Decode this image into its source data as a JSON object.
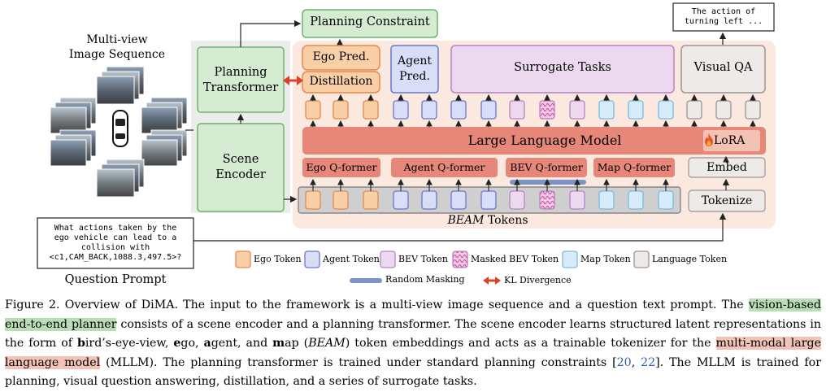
{
  "diagram": {
    "input": {
      "title_line1": "Multi-view",
      "title_line2": "Image Sequence"
    },
    "modules": {
      "planning_transformer_line1": "Planning",
      "planning_transformer_line2": "Transformer",
      "scene_encoder_line1": "Scene",
      "scene_encoder_line2": "Encoder",
      "planning_constraint": "Planning Constraint"
    },
    "tasks": {
      "ego_pred": "Ego Pred.",
      "distillation": "Distillation",
      "agent_pred_line1": "Agent",
      "agent_pred_line2": "Pred.",
      "surrogate": "Surrogate Tasks",
      "visual_qa": "Visual QA"
    },
    "output_text_line1": "The action of",
    "output_text_line2": "turning left ...",
    "llm": {
      "label": "Large Language Model",
      "lora": "LoRA",
      "lora_icon": "fire-icon"
    },
    "qformers": {
      "ego": "Ego Q-former",
      "agent": "Agent Q-former",
      "bev": "BEV Q-former",
      "map": "Map Q-former"
    },
    "embed": "Embed",
    "tokenize": "Tokenize",
    "beam_tokens_italic": "BEAM",
    "beam_tokens_rest": " Tokens",
    "question": {
      "line1": "What actions taken by the",
      "line2": "ego vehicle can lead to a",
      "line3": "collision with",
      "line4": "<c1,CAM_BACK,1088.3,497.5>?",
      "label": "Question Prompt"
    },
    "legend": {
      "ego_token": "Ego Token",
      "agent_token": "Agent Token",
      "bev_token": "BEV Token",
      "masked_bev_token": "Masked BEV Token",
      "map_token": "Map Token",
      "language_token": "Language Token",
      "random_masking": "Random Masking",
      "kl_divergence": "KL Divergence"
    },
    "colors": {
      "green_fill": "#d5ecd3",
      "green_stroke": "#6ab56a",
      "orange_fill": "#f9cfa8",
      "orange_stroke": "#e8894a",
      "agent_fill": "#d9def8",
      "agent_stroke": "#6b78c9",
      "bev_fill": "#ecd8ef",
      "bev_stroke": "#b584c3",
      "map_fill": "#d6ecfa",
      "map_stroke": "#7fb8de",
      "lang_fill": "#eeeae8",
      "lang_stroke": "#9a9593",
      "llm_fill": "#e6877a",
      "region_fill": "#fbe9e0",
      "random_masking": "#7b93c8",
      "kl_arrow": "#e0402a"
    }
  },
  "caption": {
    "p1": "Figure 2. Overview of DiMA. The input to the framework is a multi-view image sequence and a question text prompt. The ",
    "hl1": "vision-based end-to-end planner",
    "p2": " consists of a scene encoder and a planning transformer. The scene encoder learns structured latent representations in the form of ",
    "b1": "b",
    "p3": "ird’s-eye-view, ",
    "b2": "e",
    "p4": "go, ",
    "b3": "a",
    "p5": "gent, and ",
    "b4": "m",
    "p6": "ap (",
    "beam": "BEAM",
    "p7": ") token embeddings and acts as a trainable tokenizer for the ",
    "hl2": "multi-modal large language model",
    "p8": " (MLLM). The planning transformer is trained under standard planning constraints [",
    "c1": "20",
    "p9": ", ",
    "c2": "22",
    "p10": "]. The MLLM is trained for planning, visual question answering, distillation, and a series of surrogate tasks."
  }
}
